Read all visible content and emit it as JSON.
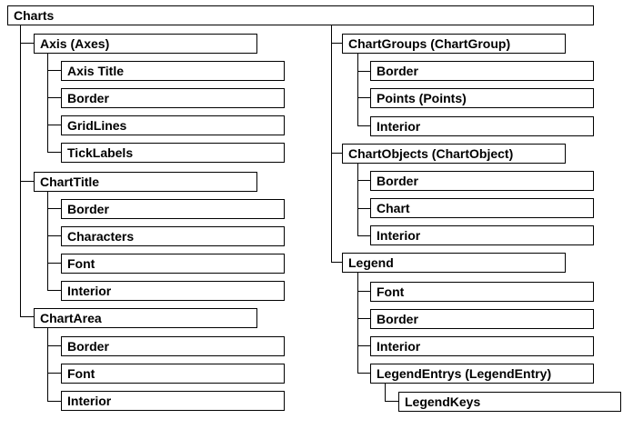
{
  "root": {
    "label": "Charts"
  },
  "left": {
    "axis": {
      "label": "Axis (Axes)",
      "children": [
        "Axis Title",
        "Border",
        "GridLines",
        "TickLabels"
      ]
    },
    "chart_title": {
      "label": "ChartTitle",
      "children": [
        "Border",
        "Characters",
        "Font",
        "Interior"
      ]
    },
    "chart_area": {
      "label": "ChartArea",
      "children": [
        "Border",
        "Font",
        "Interior"
      ]
    }
  },
  "right": {
    "chart_groups": {
      "label": "ChartGroups (ChartGroup)",
      "children": [
        "Border",
        "Points (Points)",
        "Interior"
      ]
    },
    "chart_objects": {
      "label": "ChartObjects (ChartObject)",
      "children": [
        "Border",
        "Chart",
        "Interior"
      ]
    },
    "legend": {
      "label": "Legend",
      "children": [
        "Font",
        "Border",
        "Interior",
        "LegendEntrys (LegendEntry)"
      ],
      "grandchild": "LegendKeys"
    }
  }
}
